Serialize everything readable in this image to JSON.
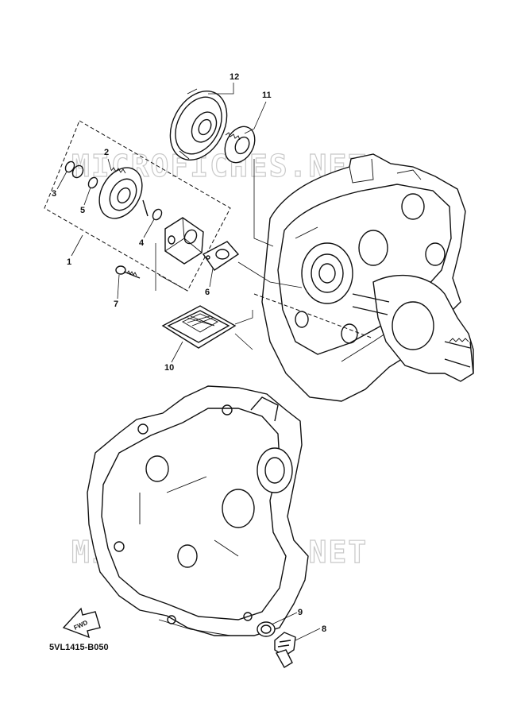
{
  "watermark": "MICROFICHES.NET",
  "diagram_code": "5VL1415-B050",
  "fwd_label": "FWD",
  "callouts": [
    {
      "id": "1",
      "label": "1"
    },
    {
      "id": "2",
      "label": "2"
    },
    {
      "id": "3",
      "label": "3"
    },
    {
      "id": "4",
      "label": "4"
    },
    {
      "id": "5",
      "label": "5"
    },
    {
      "id": "6",
      "label": "6"
    },
    {
      "id": "7",
      "label": "7"
    },
    {
      "id": "8",
      "label": "8"
    },
    {
      "id": "9",
      "label": "9"
    },
    {
      "id": "10",
      "label": "10"
    },
    {
      "id": "11",
      "label": "11"
    },
    {
      "id": "12",
      "label": "12"
    }
  ]
}
